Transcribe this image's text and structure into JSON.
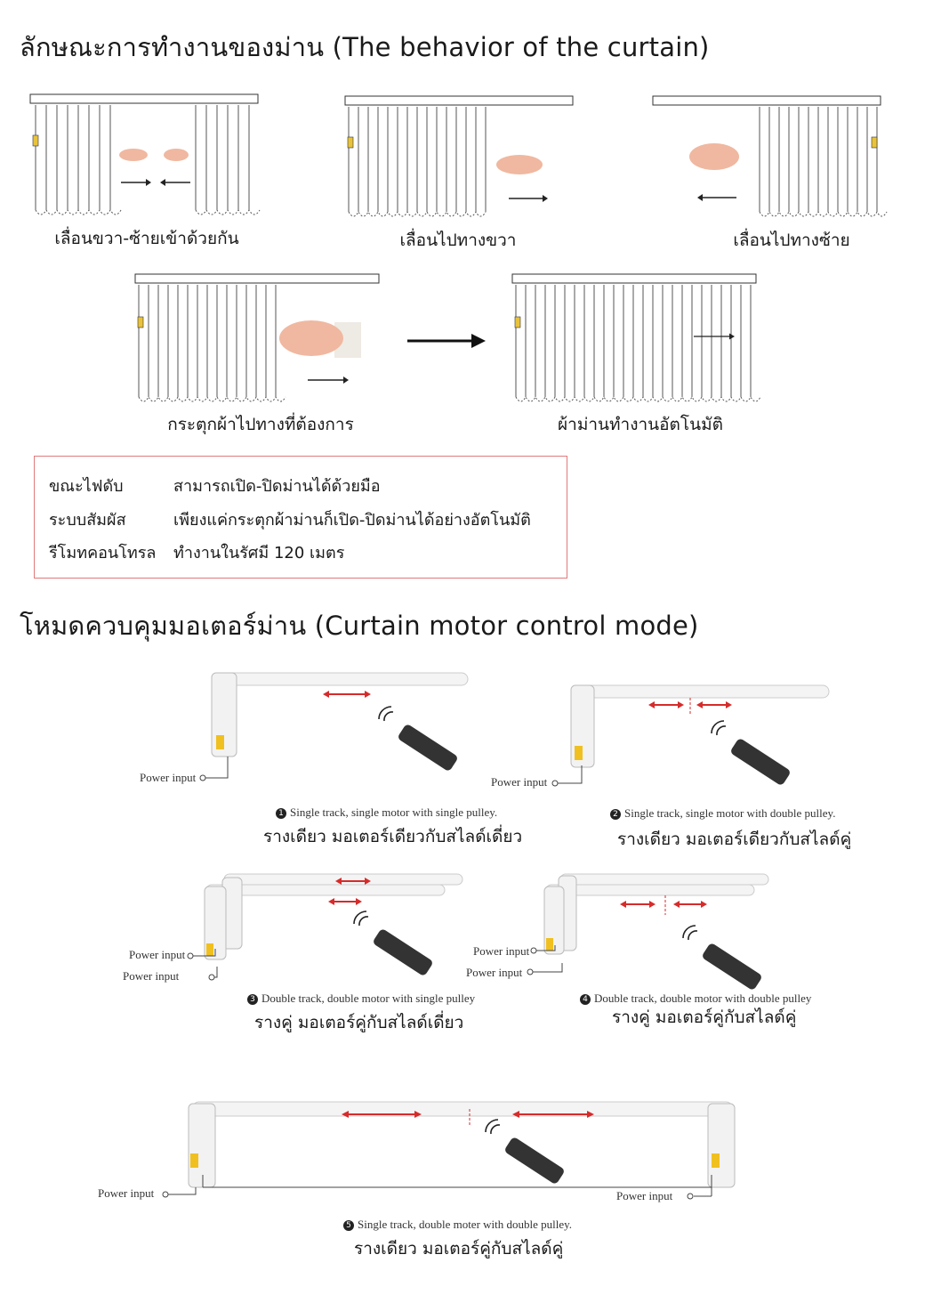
{
  "section1": {
    "title": "ลักษณะการทำงานของม่าน (The behavior of the curtain)",
    "captions": {
      "both": "เลื่อนขวา-ซ้ายเข้าด้วยกัน",
      "right": "เลื่อนไปทางขวา",
      "left": "เลื่อนไปทางซ้าย",
      "pull": "กระตุกผ้าไปทางที่ต้องการ",
      "auto": "ผ้าม่านทำงานอัตโนมัติ"
    },
    "info": [
      {
        "label": "ขณะไฟดับ",
        "text": "สามารถเปิด-ปิดม่านได้ด้วยมือ"
      },
      {
        "label": "ระบบสัมผัส",
        "text": "เพียงแค่กระตุกผ้าม่านก็เปิด-ปิดม่านได้อย่างอัตโนมัติ"
      },
      {
        "label": "รีโมทคอนโทรล",
        "text": "ทำงานในรัศมี 120 เมตร"
      }
    ]
  },
  "section2": {
    "title": "โหมดควบคุมมอเตอร์ม่าน (Curtain motor control mode)",
    "power_label": "Power input",
    "modes": [
      {
        "num": "1",
        "en": "Single track, single motor with single pulley.",
        "th": "รางเดียว มอเตอร์เดียวกับสไลด์เดี่ยว"
      },
      {
        "num": "2",
        "en": "Single track, single motor with double pulley.",
        "th": "รางเดียว มอเตอร์เดียวกับสไลด์คู่"
      },
      {
        "num": "3",
        "en": "Double track, double motor with single pulley",
        "th": "รางคู่ มอเตอร์คู่กับสไลด์เดี่ยว"
      },
      {
        "num": "4",
        "en": "Double track, double motor with double pulley",
        "th": "รางคู่ มอเตอร์คู่กับสไลด์คู่"
      },
      {
        "num": "5",
        "en": "Single track, double moter with double pulley.",
        "th": "รางเดียว มอเตอร์คู่กับสไลด์คู่"
      }
    ]
  },
  "colors": {
    "accent_red": "#d62b2b",
    "box_border": "#e07a7a"
  }
}
